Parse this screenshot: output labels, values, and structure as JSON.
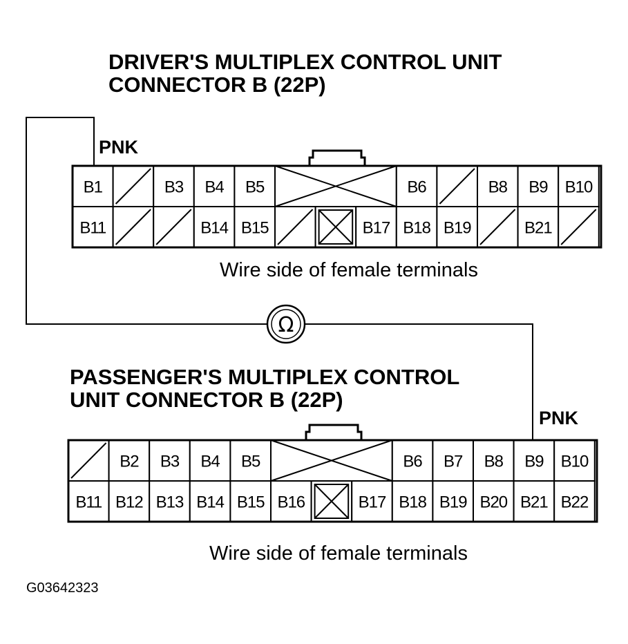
{
  "driver": {
    "title_line1": "DRIVER'S MULTIPLEX CONTROL UNIT",
    "title_line2": "CONNECTOR B (22P)",
    "wire_label": "PNK",
    "caption": "Wire side of female terminals",
    "row1": [
      "B1",
      "",
      "B3",
      "B4",
      "B5",
      "",
      "B6",
      "",
      "B8",
      "B9",
      "B10"
    ],
    "row2": [
      "B11",
      "",
      "",
      "B14",
      "B15",
      "",
      "",
      "B17",
      "B18",
      "B19",
      "",
      "B21",
      ""
    ]
  },
  "passenger": {
    "title_line1": "PASSENGER'S MULTIPLEX CONTROL",
    "title_line2": "UNIT CONNECTOR B (22P)",
    "wire_label": "PNK",
    "caption": "Wire side of female terminals",
    "row1": [
      "",
      "B2",
      "B3",
      "B4",
      "B5",
      "",
      "B6",
      "B7",
      "B8",
      "B9",
      "B10"
    ],
    "row2": [
      "B11",
      "B12",
      "B13",
      "B14",
      "B15",
      "B16",
      "",
      "B17",
      "B18",
      "B19",
      "B20",
      "B21",
      "B22"
    ]
  },
  "meter_symbol": "Ω",
  "figure_id": "G03642323"
}
